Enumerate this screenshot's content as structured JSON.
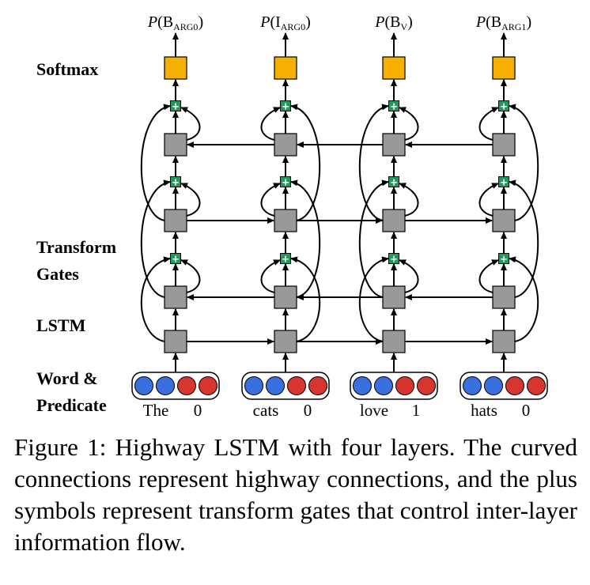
{
  "row_labels": {
    "softmax": "Softmax",
    "transform_line1": "Transform",
    "transform_line2": "Gates",
    "lstm": "LSTM",
    "input_line1": "Word &",
    "input_line2": "Predicate"
  },
  "columns": [
    {
      "word": "The",
      "flag": "0",
      "output_tag": "B",
      "output_sub": "ARG0"
    },
    {
      "word": "cats",
      "flag": "0",
      "output_tag": "I",
      "output_sub": "ARG0"
    },
    {
      "word": "love",
      "flag": "1",
      "output_tag": "B",
      "output_sub": "V"
    },
    {
      "word": "hats",
      "flag": "0",
      "output_tag": "B",
      "output_sub": "ARG1"
    }
  ],
  "output_prefix": "P",
  "gate_symbol": "+",
  "caption": "Figure 1: Highway LSTM with four layers. The curved connections represent highway connec­tions, and the plus symbols represent transform gates that control inter-layer information flow.",
  "colors": {
    "lstm_cell": "#999999",
    "softmax_cell": "#f5b000",
    "gate": "#1f9a5c",
    "word_embedding": "#3a6fe0",
    "predicate_embedding": "#d8352f"
  }
}
